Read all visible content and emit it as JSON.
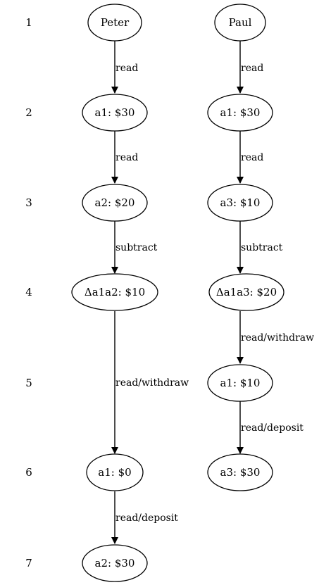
{
  "diagram": {
    "row_labels": [
      "1",
      "2",
      "3",
      "4",
      "5",
      "6",
      "7"
    ],
    "columns": [
      {
        "nodes": [
          "Peter",
          "a1: $30",
          "a2: $20",
          "Δa1a2: $10",
          "a1: $0",
          "a2: $30"
        ],
        "edge_labels": [
          "read",
          "read",
          "subtract",
          "read/withdraw",
          "read/deposit"
        ]
      },
      {
        "nodes": [
          "Paul",
          "a1: $30",
          "a3: $10",
          "Δa1a3: $20",
          "a1: $10",
          "a3: $30"
        ],
        "edge_labels": [
          "read",
          "read",
          "subtract",
          "read/withdraw",
          "read/deposit"
        ]
      }
    ],
    "colors": {
      "stroke": "#000000",
      "fill": "#ffffff",
      "text": "#000000"
    }
  }
}
